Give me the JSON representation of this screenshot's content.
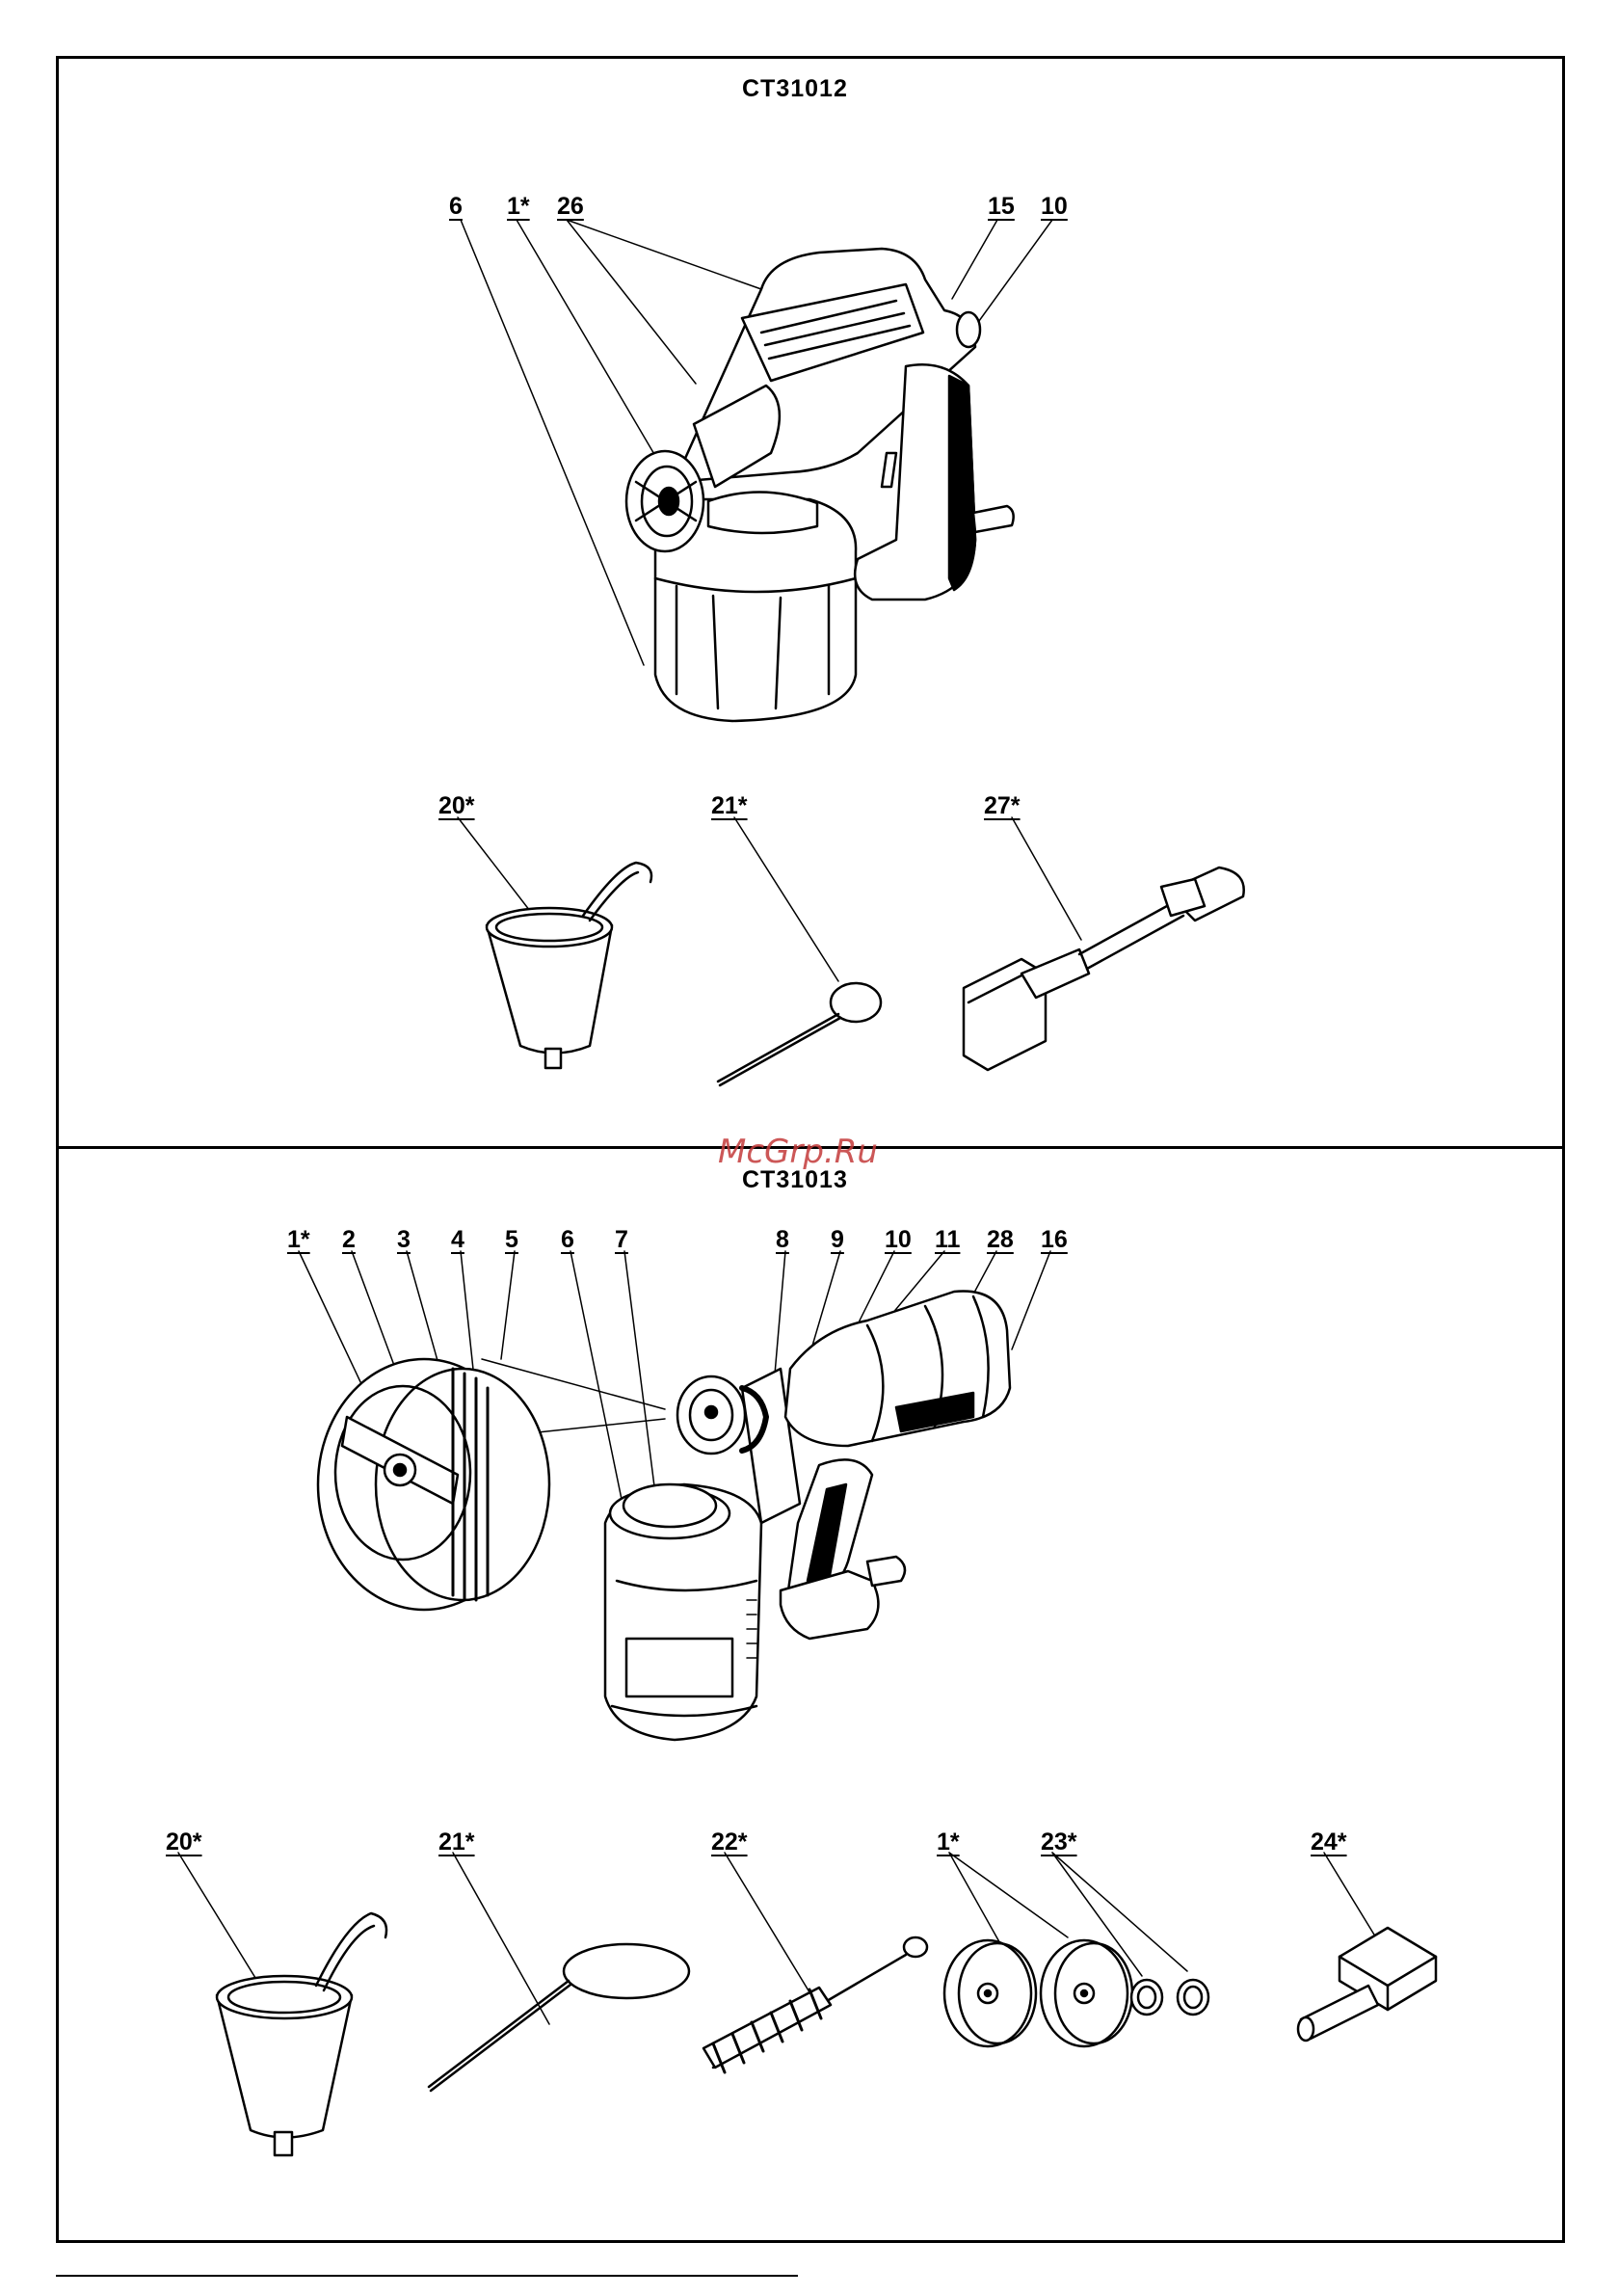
{
  "watermark": "McGrp.Ru",
  "top": {
    "model": "CT31012",
    "labels": [
      "6",
      "1*",
      "26",
      "15",
      "10",
      "20*",
      "21*",
      "27*"
    ]
  },
  "bottom": {
    "model": "CT31013",
    "labels": [
      "1*",
      "2",
      "3",
      "4",
      "5",
      "6",
      "7",
      "8",
      "9",
      "10",
      "11",
      "28",
      "16",
      "20*",
      "21*",
      "22*",
      "1*",
      "23*",
      "24*"
    ]
  }
}
